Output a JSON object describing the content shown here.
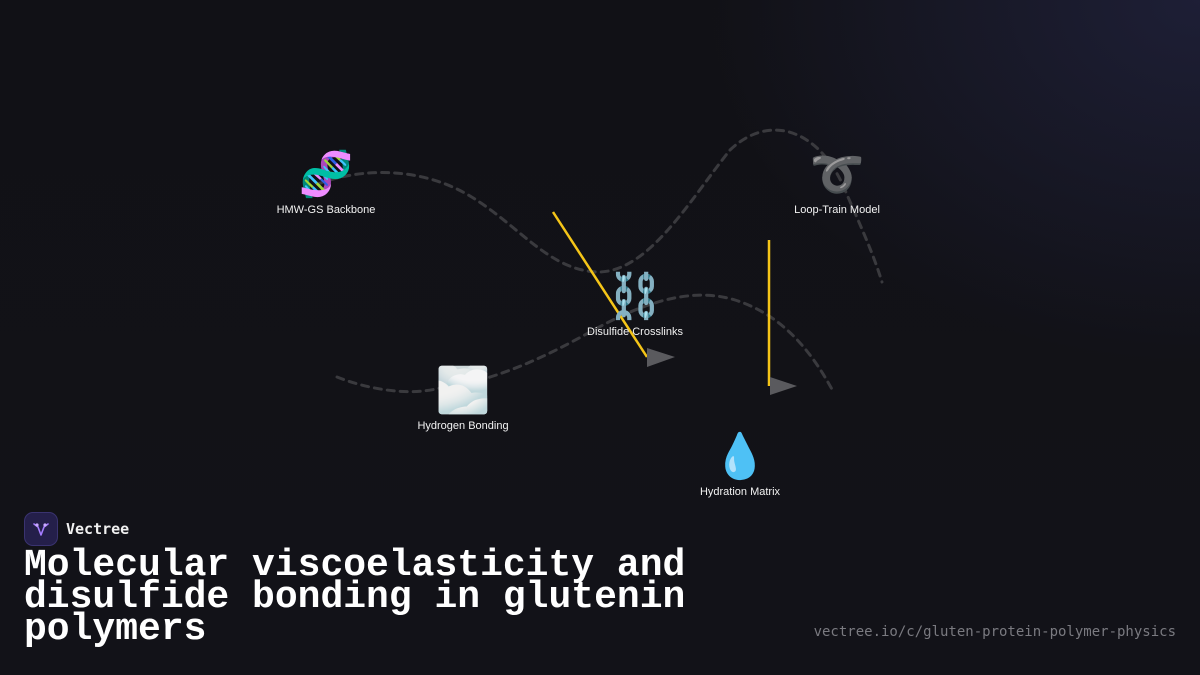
{
  "diagram": {
    "nodes": [
      {
        "id": "hmw-gs-backbone",
        "icon": "dna-icon",
        "glyph": "🧬",
        "label": "HMW-GS Backbone"
      },
      {
        "id": "loop-train-model",
        "icon": "loop-icon",
        "glyph": "➰",
        "label": "Loop-Train Model"
      },
      {
        "id": "disulfide-crosslinks",
        "icon": "chain-icon",
        "glyph": "⛓️",
        "label": "Disulfide Crosslinks"
      },
      {
        "id": "hydrogen-bonding",
        "icon": "cloud-icon",
        "glyph": "🌫️",
        "label": "Hydrogen Bonding"
      },
      {
        "id": "hydration-matrix",
        "icon": "droplet-icon",
        "glyph": "💧",
        "label": "Hydration Matrix"
      }
    ],
    "colors": {
      "dashed_path": "#3a3a3e",
      "highlight_link": "#f5c518",
      "arrowhead": "#5a5a5e"
    }
  },
  "brand": {
    "name": "Vectree",
    "logo_icon": "vectree-logo-icon"
  },
  "title": "Molecular viscoelasticity and disulfide bonding in glutenin polymers",
  "url": "vectree.io/c/gluten-protein-polymer-physics"
}
